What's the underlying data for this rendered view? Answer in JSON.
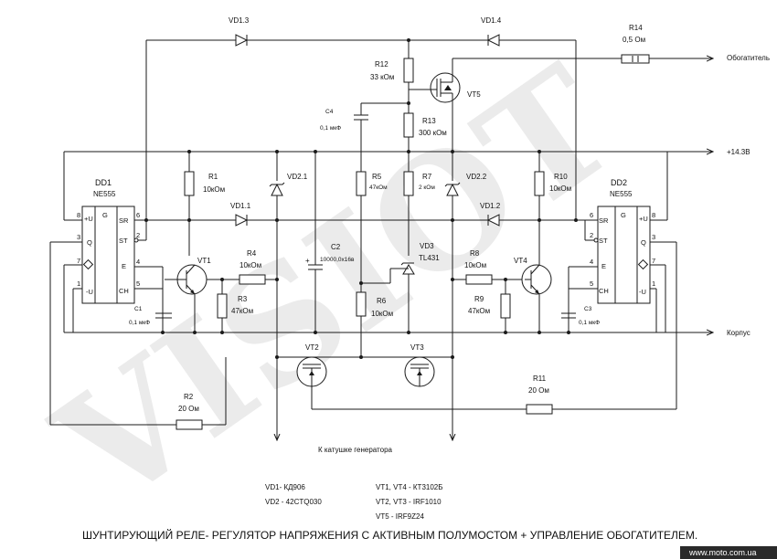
{
  "watermark": "VISIOT",
  "labels": {
    "output_heater": "Обогатитель",
    "output_supply": "+14.3В",
    "output_ground": "Корпус",
    "coil": "К катушке генератора"
  },
  "chips": {
    "dd1": {
      "ref": "DD1",
      "type": "NE555"
    },
    "dd2": {
      "ref": "DD2",
      "type": "NE555"
    },
    "pins": {
      "p8": "8",
      "p3": "3",
      "p7": "7",
      "p1": "1",
      "p6": "6",
      "p2": "2",
      "p4": "4",
      "p5": "5"
    },
    "terms": {
      "vcc": "+U",
      "q": "Q",
      "g": "G",
      "sr": "SR",
      "st": "ST",
      "e": "E",
      "ch": "CH",
      "gnd": "-U"
    }
  },
  "components": {
    "vd13": "VD1.3",
    "vd14": "VD1.4",
    "vd11": "VD1.1",
    "vd12": "VD1.2",
    "vd21": "VD2.1",
    "vd22": "VD2.2",
    "vd3": "VD3",
    "vd3_type": "TL431",
    "r14": "R14",
    "r14_val": "0,5 Ом",
    "r12": "R12",
    "r12_val": "33 кОм",
    "r13": "R13",
    "r13_val": "300 кОм",
    "c4": "C4",
    "c4_val": "0,1 мкФ",
    "vt5": "VT5",
    "r1": "R1",
    "r1_val": "10кОм",
    "r5": "R5",
    "r5_val": "47кОм",
    "r7": "R7",
    "r7_val": "2 кОм",
    "r10": "R10",
    "r10_val": "10кОм",
    "r4": "R4",
    "r4_val": "10кОм",
    "r3": "R3",
    "r3_val": "47кОм",
    "c2": "C2",
    "c2_val": "10000,0х16в",
    "r6": "R6",
    "r6_val": "10кОм",
    "r8": "R8",
    "r8_val": "10кОм",
    "r9": "R9",
    "r9_val": "47кОм",
    "vt1": "VT1",
    "vt4": "VT4",
    "vt2": "VT2",
    "vt3": "VT3",
    "c1": "C1",
    "c1_val": "0,1 мкФ",
    "c3": "C3",
    "c3_val": "0,1 мкФ",
    "r2": "R2",
    "r2_val": "20 Ом",
    "r11": "R11",
    "r11_val": "20 Ом"
  },
  "legend": [
    "VD1- КД906",
    "VD2 - 42CTQ030",
    "VT1, VT4 - КТ3102Б",
    "VT2, VT3 - IRF1010",
    "VT5 - IRF9Z24"
  ],
  "title": "ШУНТИРУЮЩИЙ РЕЛЕ- РЕГУЛЯТОР НАПРЯЖЕНИЯ С АКТИВНЫМ ПОЛУМОСТОМ + УПРАВЛЕНИЕ ОБОГАТИТЕЛЕМ.",
  "footer_url": "www.moto.com.ua"
}
